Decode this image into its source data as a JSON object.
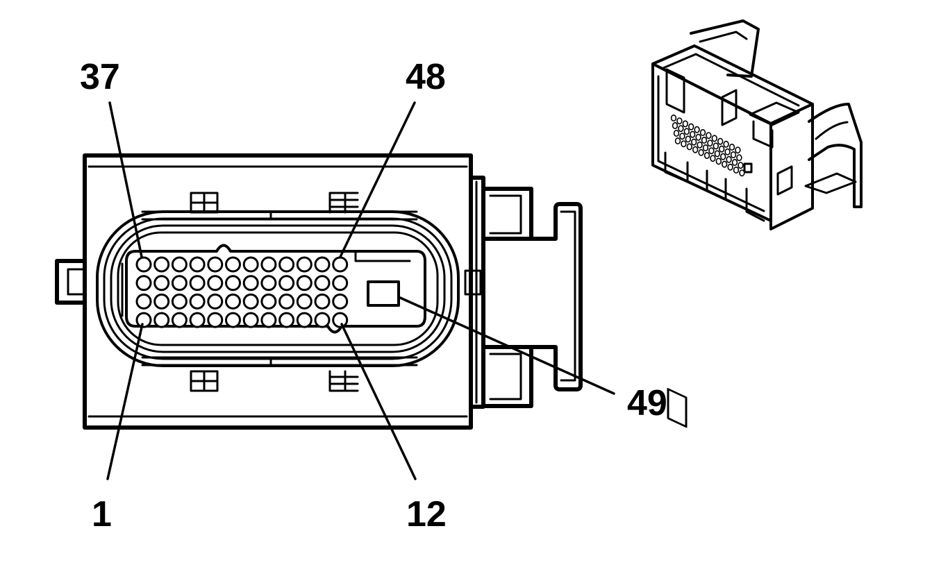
{
  "diagram": {
    "pin_grid": {
      "rows": 4,
      "columns": 12
    },
    "callouts": [
      {
        "id": "pin-37",
        "label": "37"
      },
      {
        "id": "pin-48",
        "label": "48"
      },
      {
        "id": "pin-1",
        "label": "1"
      },
      {
        "id": "pin-12",
        "label": "12"
      },
      {
        "id": "pin-49",
        "label": "49"
      }
    ]
  },
  "colors": {
    "line": "#000000",
    "background": "#ffffff"
  }
}
